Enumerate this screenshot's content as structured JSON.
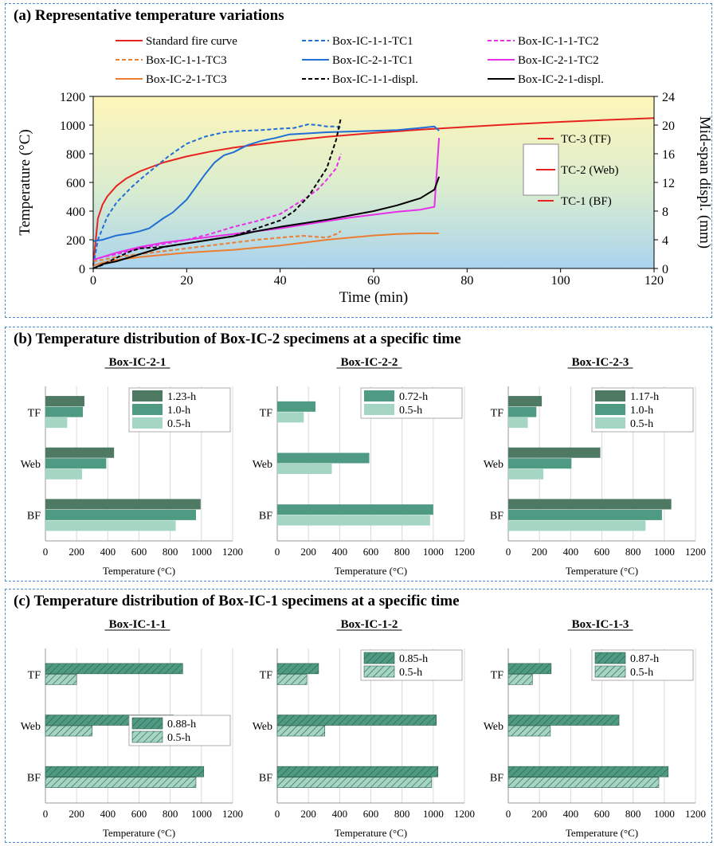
{
  "panel_a": {
    "title": "(a) Representative temperature variations",
    "legend_inset": [
      "TC-3 (TF)",
      "TC-2 (Web)",
      "TC-1 (BF)"
    ]
  },
  "panel_b": {
    "title": "(b) Temperature distribution of Box-IC-2 specimens at a specific time"
  },
  "panel_c": {
    "title": "(c) Temperature distribution of Box-IC-1 specimens at a specific time"
  },
  "colors": {
    "fire": "#e8231f",
    "blue": "#1f6fd6",
    "magenta": "#e62fe6",
    "orange": "#ed7d31",
    "black": "#000000",
    "dark_green": "#4e7a64",
    "mid_green": "#4f9a83",
    "light_green": "#a5d6c4",
    "frame": "#4a8fd4"
  },
  "chart_data": [
    {
      "id": "a",
      "type": "line",
      "xlabel": "Time (min)",
      "ylabel": "Temperature (°C)",
      "y2label": "Mid-span displ. (mm)",
      "xlim": [
        0,
        120
      ],
      "ylim": [
        0,
        1200
      ],
      "y2lim": [
        0,
        24
      ],
      "xticks": [
        0,
        20,
        40,
        60,
        80,
        100,
        120
      ],
      "yticks": [
        0,
        200,
        400,
        600,
        800,
        1000,
        1200
      ],
      "y2ticks": [
        0,
        4,
        8,
        12,
        16,
        20,
        24
      ],
      "grid": false,
      "series": [
        {
          "name": "Standard fire curve",
          "color": "#e8231f",
          "dash": false,
          "axis": "y",
          "x": [
            0,
            1,
            2,
            3,
            5,
            7,
            10,
            15,
            20,
            25,
            30,
            40,
            50,
            60,
            70,
            80,
            90,
            100,
            110,
            120
          ],
          "y": [
            20,
            349,
            445,
            502,
            576,
            626,
            678,
            739,
            781,
            815,
            842,
            885,
            918,
            945,
            968,
            988,
            1006,
            1022,
            1036,
            1049
          ]
        },
        {
          "name": "Box-IC-1-1-TC1",
          "color": "#1f6fd6",
          "dash": true,
          "axis": "y",
          "x": [
            0,
            1,
            3,
            5,
            8,
            10,
            13,
            16,
            20,
            24,
            28,
            32,
            36,
            40,
            43,
            46,
            48,
            50,
            52,
            53
          ],
          "y": [
            20,
            200,
            360,
            460,
            560,
            620,
            700,
            780,
            870,
            920,
            950,
            960,
            965,
            975,
            980,
            1005,
            1000,
            990,
            990,
            980
          ]
        },
        {
          "name": "Box-IC-1-1-TC2",
          "color": "#e62fe6",
          "dash": true,
          "axis": "y",
          "x": [
            0,
            2,
            5,
            10,
            15,
            20,
            25,
            30,
            35,
            40,
            45,
            48,
            50,
            52,
            53
          ],
          "y": [
            60,
            80,
            100,
            140,
            170,
            200,
            240,
            290,
            330,
            380,
            480,
            550,
            620,
            700,
            800
          ]
        },
        {
          "name": "Box-IC-1-1-TC3",
          "color": "#ed7d31",
          "dash": true,
          "axis": "y",
          "x": [
            0,
            2,
            5,
            10,
            15,
            20,
            25,
            30,
            35,
            40,
            45,
            50,
            52,
            53
          ],
          "y": [
            50,
            60,
            80,
            100,
            120,
            140,
            160,
            180,
            200,
            215,
            228,
            215,
            240,
            260
          ]
        },
        {
          "name": "Box-IC-2-1-TC1",
          "color": "#1f6fd6",
          "dash": false,
          "axis": "y",
          "x": [
            0,
            2,
            5,
            8,
            10,
            12,
            15,
            17,
            20,
            22,
            24,
            26,
            28,
            30,
            33,
            36,
            39,
            42,
            45,
            50,
            55,
            60,
            65,
            70,
            73,
            74
          ],
          "y": [
            190,
            200,
            230,
            245,
            260,
            280,
            350,
            390,
            480,
            570,
            660,
            740,
            790,
            810,
            860,
            890,
            910,
            935,
            940,
            950,
            955,
            960,
            965,
            980,
            990,
            960
          ]
        },
        {
          "name": "Box-IC-2-1-TC2",
          "color": "#e62fe6",
          "dash": false,
          "axis": "y",
          "x": [
            0,
            2,
            5,
            10,
            15,
            20,
            25,
            30,
            35,
            40,
            45,
            50,
            55,
            60,
            65,
            70,
            73,
            74
          ],
          "y": [
            60,
            80,
            110,
            150,
            180,
            200,
            220,
            240,
            260,
            280,
            305,
            330,
            355,
            375,
            395,
            410,
            430,
            910
          ]
        },
        {
          "name": "Box-IC-2-1-TC3",
          "color": "#ed7d31",
          "dash": false,
          "axis": "y",
          "x": [
            0,
            2,
            5,
            10,
            15,
            20,
            25,
            30,
            35,
            40,
            45,
            50,
            55,
            60,
            65,
            70,
            74
          ],
          "y": [
            20,
            40,
            60,
            80,
            95,
            110,
            120,
            130,
            145,
            160,
            180,
            200,
            215,
            230,
            240,
            245,
            245
          ]
        },
        {
          "name": "Box-IC-1-1-displ.",
          "color": "#000000",
          "dash": true,
          "axis": "y2",
          "x": [
            0,
            2,
            5,
            8,
            10,
            15,
            20,
            25,
            30,
            35,
            40,
            43,
            46,
            48,
            50,
            51,
            52,
            53
          ],
          "y": [
            0,
            0.5,
            1.5,
            2.4,
            2.8,
            3,
            3.5,
            4,
            4.5,
            5.6,
            6.7,
            8,
            10,
            12,
            14,
            16,
            18,
            21
          ]
        },
        {
          "name": "Box-IC-2-1-displ.",
          "color": "#000000",
          "dash": false,
          "axis": "y2",
          "x": [
            0,
            2,
            5,
            10,
            15,
            20,
            25,
            30,
            35,
            40,
            45,
            50,
            55,
            60,
            65,
            70,
            73,
            74
          ],
          "y": [
            0,
            0.6,
            1,
            2,
            3,
            3.5,
            4,
            4.5,
            5.2,
            5.8,
            6.3,
            6.8,
            7.4,
            8,
            8.8,
            9.8,
            11,
            12.8
          ]
        }
      ]
    },
    {
      "id": "b1",
      "type": "bar",
      "orientation": "horizontal",
      "title": "Box-IC-2-1",
      "xlabel": "Temperature (°C)",
      "categories": [
        "TF",
        "Web",
        "BF"
      ],
      "xlim": [
        0,
        1200
      ],
      "xticks": [
        0,
        200,
        400,
        600,
        800,
        1000,
        1200
      ],
      "hatched": false,
      "legend": "top-right",
      "series": [
        {
          "name": "1.23-h",
          "color": "#4e7a64",
          "values": [
            250,
            440,
            995
          ]
        },
        {
          "name": "1.0-h",
          "color": "#4f9a83",
          "values": [
            240,
            390,
            965
          ]
        },
        {
          "name": "0.5-h",
          "color": "#a5d6c4",
          "values": [
            140,
            235,
            835
          ]
        }
      ]
    },
    {
      "id": "b2",
      "type": "bar",
      "orientation": "horizontal",
      "title": "Box-IC-2-2",
      "xlabel": "Temperature (°C)",
      "categories": [
        "TF",
        "Web",
        "BF"
      ],
      "xlim": [
        0,
        1200
      ],
      "xticks": [
        0,
        200,
        400,
        600,
        800,
        1000,
        1200
      ],
      "hatched": false,
      "legend": "top-right",
      "series": [
        {
          "name": "0.72-h",
          "color": "#4f9a83",
          "values": [
            245,
            590,
            1000
          ]
        },
        {
          "name": "0.5-h",
          "color": "#a5d6c4",
          "values": [
            170,
            350,
            980
          ]
        }
      ]
    },
    {
      "id": "b3",
      "type": "bar",
      "orientation": "horizontal",
      "title": "Box-IC-2-3",
      "xlabel": "Temperature (°C)",
      "categories": [
        "TF",
        "Web",
        "BF"
      ],
      "xlim": [
        0,
        1200
      ],
      "xticks": [
        0,
        200,
        400,
        600,
        800,
        1000,
        1200
      ],
      "hatched": false,
      "legend": "top-right",
      "series": [
        {
          "name": "1.17-h",
          "color": "#4e7a64",
          "values": [
            215,
            590,
            1045
          ]
        },
        {
          "name": "1.0-h",
          "color": "#4f9a83",
          "values": [
            180,
            405,
            985
          ]
        },
        {
          "name": "0.5-h",
          "color": "#a5d6c4",
          "values": [
            125,
            225,
            880
          ]
        }
      ]
    },
    {
      "id": "c1",
      "type": "bar",
      "orientation": "horizontal",
      "title": "Box-IC-1-1",
      "xlabel": "Temperature (°C)",
      "categories": [
        "TF",
        "Web",
        "BF"
      ],
      "xlim": [
        0,
        1200
      ],
      "xticks": [
        0,
        200,
        400,
        600,
        800,
        1000,
        1200
      ],
      "hatched": true,
      "legend": "middle-right",
      "series": [
        {
          "name": "0.88-h",
          "color": "#4f9a83",
          "values": [
            880,
            820,
            1015
          ]
        },
        {
          "name": "0.5-h",
          "color": "#a5d6c4",
          "values": [
            200,
            300,
            965
          ]
        }
      ]
    },
    {
      "id": "c2",
      "type": "bar",
      "orientation": "horizontal",
      "title": "Box-IC-1-2",
      "xlabel": "Temperature (°C)",
      "categories": [
        "TF",
        "Web",
        "BF"
      ],
      "xlim": [
        0,
        1200
      ],
      "xticks": [
        0,
        200,
        400,
        600,
        800,
        1000,
        1200
      ],
      "hatched": true,
      "legend": "top-right",
      "series": [
        {
          "name": "0.85-h",
          "color": "#4f9a83",
          "values": [
            265,
            1020,
            1030
          ]
        },
        {
          "name": "0.5-h",
          "color": "#a5d6c4",
          "values": [
            190,
            305,
            990
          ]
        }
      ]
    },
    {
      "id": "c3",
      "type": "bar",
      "orientation": "horizontal",
      "title": "Box-IC-1-3",
      "xlabel": "Temperature (°C)",
      "categories": [
        "TF",
        "Web",
        "BF"
      ],
      "xlim": [
        0,
        1200
      ],
      "xticks": [
        0,
        200,
        400,
        600,
        800,
        1000,
        1200
      ],
      "hatched": true,
      "legend": "top-right",
      "series": [
        {
          "name": "0.87-h",
          "color": "#4f9a83",
          "values": [
            275,
            710,
            1025
          ]
        },
        {
          "name": "0.5-h",
          "color": "#a5d6c4",
          "values": [
            155,
            270,
            965
          ]
        }
      ]
    }
  ]
}
